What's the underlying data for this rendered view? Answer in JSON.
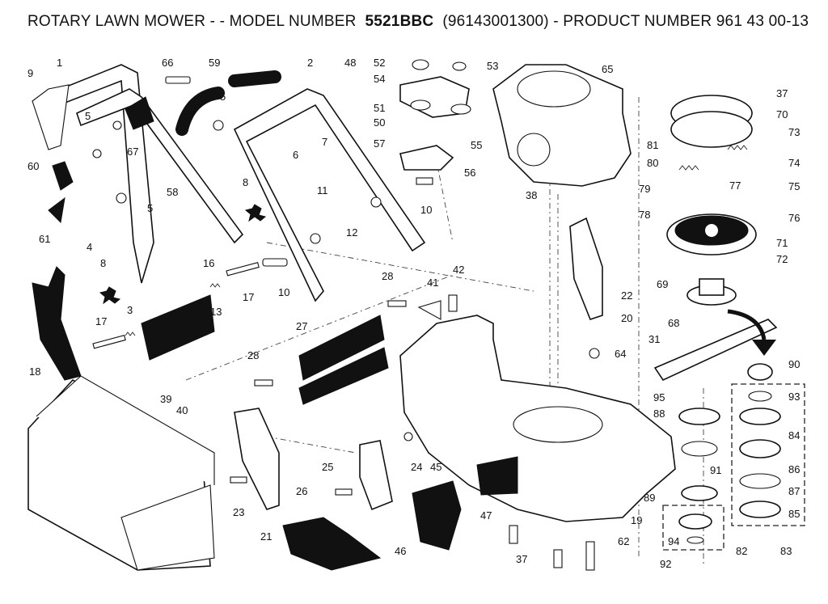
{
  "header": {
    "prefix": "ROTARY LAWN MOWER - - MODEL NUMBER",
    "model": "5521BBC",
    "suffix": "(96143001300) - PRODUCT NUMBER 961 43 00-13"
  },
  "labels": [
    "9",
    "1",
    "66",
    "59",
    "2",
    "48",
    "52",
    "53",
    "65",
    "37",
    "70",
    "73",
    "74",
    "75",
    "76",
    "71",
    "72",
    "5",
    "5",
    "67",
    "5",
    "58",
    "7",
    "6",
    "8",
    "11",
    "60",
    "61",
    "4",
    "8",
    "3",
    "17",
    "18",
    "16",
    "13",
    "17",
    "10",
    "12",
    "28",
    "42",
    "41",
    "22",
    "20",
    "64",
    "69",
    "68",
    "31",
    "90",
    "93",
    "84",
    "86",
    "87",
    "85",
    "83",
    "54",
    "51",
    "50",
    "55",
    "57",
    "56",
    "10",
    "38",
    "81",
    "80",
    "79",
    "78",
    "77",
    "27",
    "28",
    "39",
    "40",
    "23",
    "21",
    "26",
    "25",
    "24",
    "45",
    "47",
    "46",
    "37",
    "62",
    "19",
    "95",
    "88",
    "91",
    "89",
    "94",
    "82",
    "92"
  ]
}
